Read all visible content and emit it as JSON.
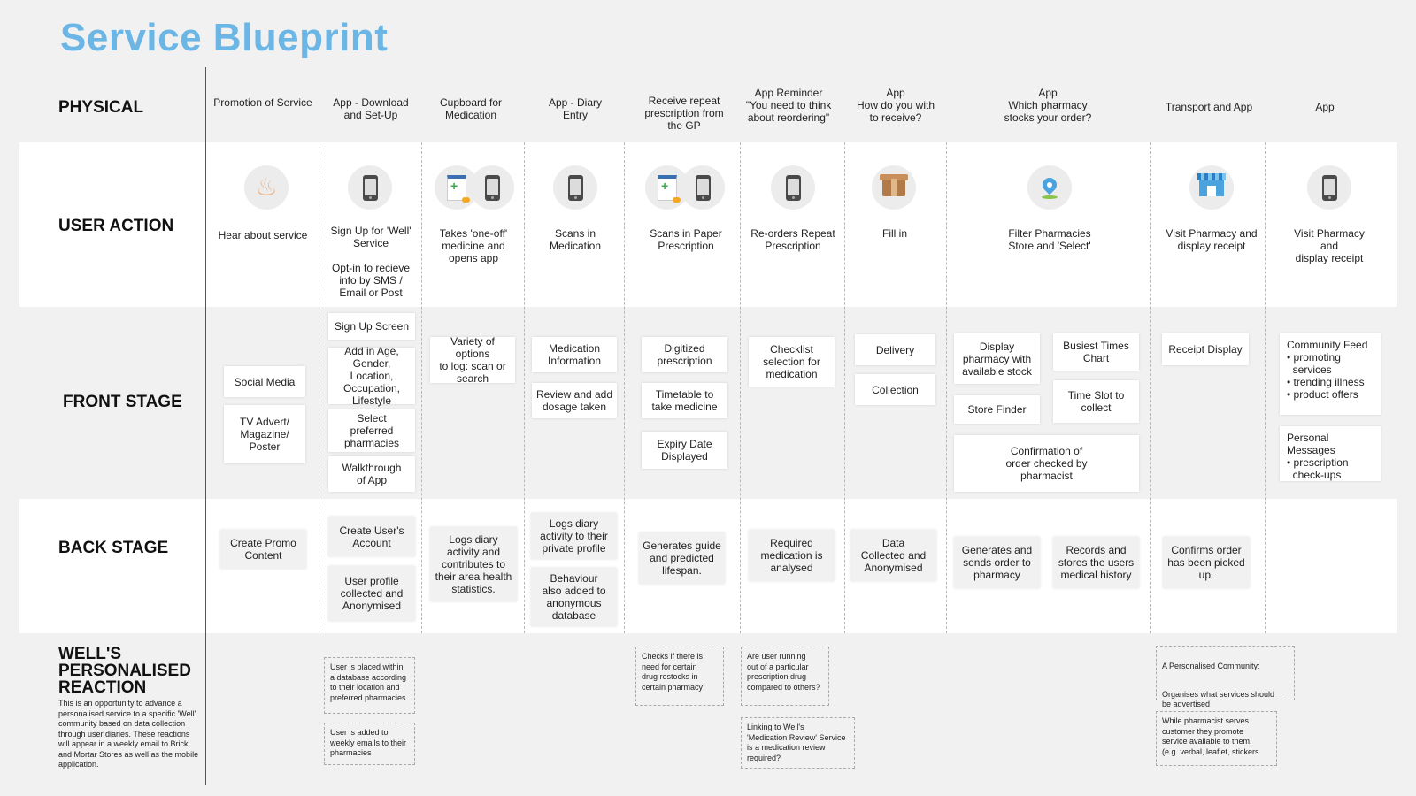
{
  "title": "Service Blueprint",
  "rows": {
    "physical": "PHYSICAL",
    "user_action": "USER ACTION",
    "front_stage": "FRONT STAGE",
    "back_stage": "BACK STAGE",
    "reaction": "WELL'S\nPERSONALISED\nREACTION",
    "reaction_desc": "This is an opportunity to advance a personalised service to a specific 'Well' community based on data collection through user diaries. These reactions will appear in a weekly email to Brick and Mortar Stores as well as the mobile application."
  },
  "physical": [
    "Promotion of Service",
    "App - Download\nand Set-Up",
    "Cupboard for\nMedication",
    "App - Diary\nEntry",
    "Receive repeat\nprescription from\nthe GP",
    "App Reminder\n\"You need to think\nabout reordering\"",
    "App\nHow do you with\nto receive?",
    "App\nWhich pharmacy\nstocks your order?",
    "Transport and App",
    "App"
  ],
  "user_action": [
    {
      "icon": "ear-icon",
      "text": "Hear about service"
    },
    {
      "icon": "phone-icon",
      "text": "Sign Up for 'Well'\nService\n\nOpt-in to recieve\ninfo by SMS /\nEmail or Post"
    },
    {
      "icon": "medicine-phone-icon",
      "text": "Takes 'one-off'\nmedicine and\nopens app"
    },
    {
      "icon": "qr-phone-icon",
      "text": "Scans in\nMedication"
    },
    {
      "icon": "prescription-phone-icon",
      "text": "Scans in Paper\nPrescription"
    },
    {
      "icon": "phone-icon",
      "text": "Re-orders Repeat\nPrescription"
    },
    {
      "icon": "box-icon",
      "text": "Fill in"
    },
    {
      "icon": "location-pin-icon",
      "text": "Filter Pharmacies\nStore and 'Select'"
    },
    {
      "icon": "storefront-icon",
      "text": "Visit Pharmacy and\ndisplay receipt"
    },
    {
      "icon": "phone-icon",
      "text": "Visit Pharmacy and\ndisplay receipt"
    }
  ],
  "front_stage": {
    "c1": [
      "Social Media",
      "TV Advert/\nMagazine/\nPoster"
    ],
    "c2": [
      "Sign Up Screen",
      "Add in Age,\nGender, Location,\nOccupation,\nLifestyle",
      "Select\npreferred\npharmacies",
      "Walkthrough\nof App"
    ],
    "c3": [
      "Variety of options\nto log: scan or\nsearch"
    ],
    "c4": [
      "Medication\nInformation",
      "Review and add\ndosage taken"
    ],
    "c5": [
      "Digitized\nprescription",
      "Timetable to\ntake medicine",
      "Expiry Date\nDisplayed"
    ],
    "c6": [
      "Checklist\nselection for\nmedication"
    ],
    "c7": [
      "Delivery",
      "Collection"
    ],
    "c8": [
      "Display\npharmacy with\navailable stock",
      "Busiest Times\nChart",
      "Store Finder",
      "Time Slot to\ncollect",
      "Confirmation of\norder checked by\npharmacist"
    ],
    "c9": [
      "Receipt Display"
    ],
    "c10": {
      "feed_title": "Community Feed",
      "feed_items": [
        "• promoting\n  services",
        "• trending illness",
        "• product offers"
      ],
      "msg_title": "Personal Messages",
      "msg_items": [
        "• prescription\n  check-ups"
      ]
    }
  },
  "back_stage": {
    "c1": [
      "Create Promo\nContent"
    ],
    "c2": [
      "Create User's\nAccount",
      "User profile\ncollected and\nAnonymised"
    ],
    "c3": [
      "Logs diary\nactivity and\ncontributes to\ntheir area health\nstatistics."
    ],
    "c4": [
      "Logs diary\nactivity to their\nprivate profile",
      "Behaviour\nalso added to\nanonymous\ndatabase"
    ],
    "c5": [
      "Generates guide\nand predicted\nlifespan."
    ],
    "c6": [
      "Required\nmedication is\nanalysed"
    ],
    "c7": [
      "Data\nCollected and\nAnonymised"
    ],
    "c8": [
      "Generates and\nsends order to\npharmacy",
      "Records and\nstores the users\nmedical history"
    ],
    "c9": [
      "Confirms order\nhas been picked\nup."
    ]
  },
  "reaction": {
    "c2a": "User is placed within\na database according\nto their location and\npreferred pharmacies",
    "c2b": "User is added to\nweekly emails to their\npharmacies",
    "c5": "Checks if there is\nneed for certain\ndrug restocks in\ncertain pharmacy",
    "c6a": "Are user running\nout of a particular\nprescription drug\ncompared to others?",
    "c6b": "Linking to Well's\n'Medication Review' Service\nis a medication review\nrequired?",
    "c9a_title": "A Personalised Community:",
    "c9a_body": "Organises what services should\nbe advertised",
    "c9b": "While pharmacist serves\ncustomer they promote\nservice available to them.\n(e.g. verbal, leaflet, stickers"
  }
}
